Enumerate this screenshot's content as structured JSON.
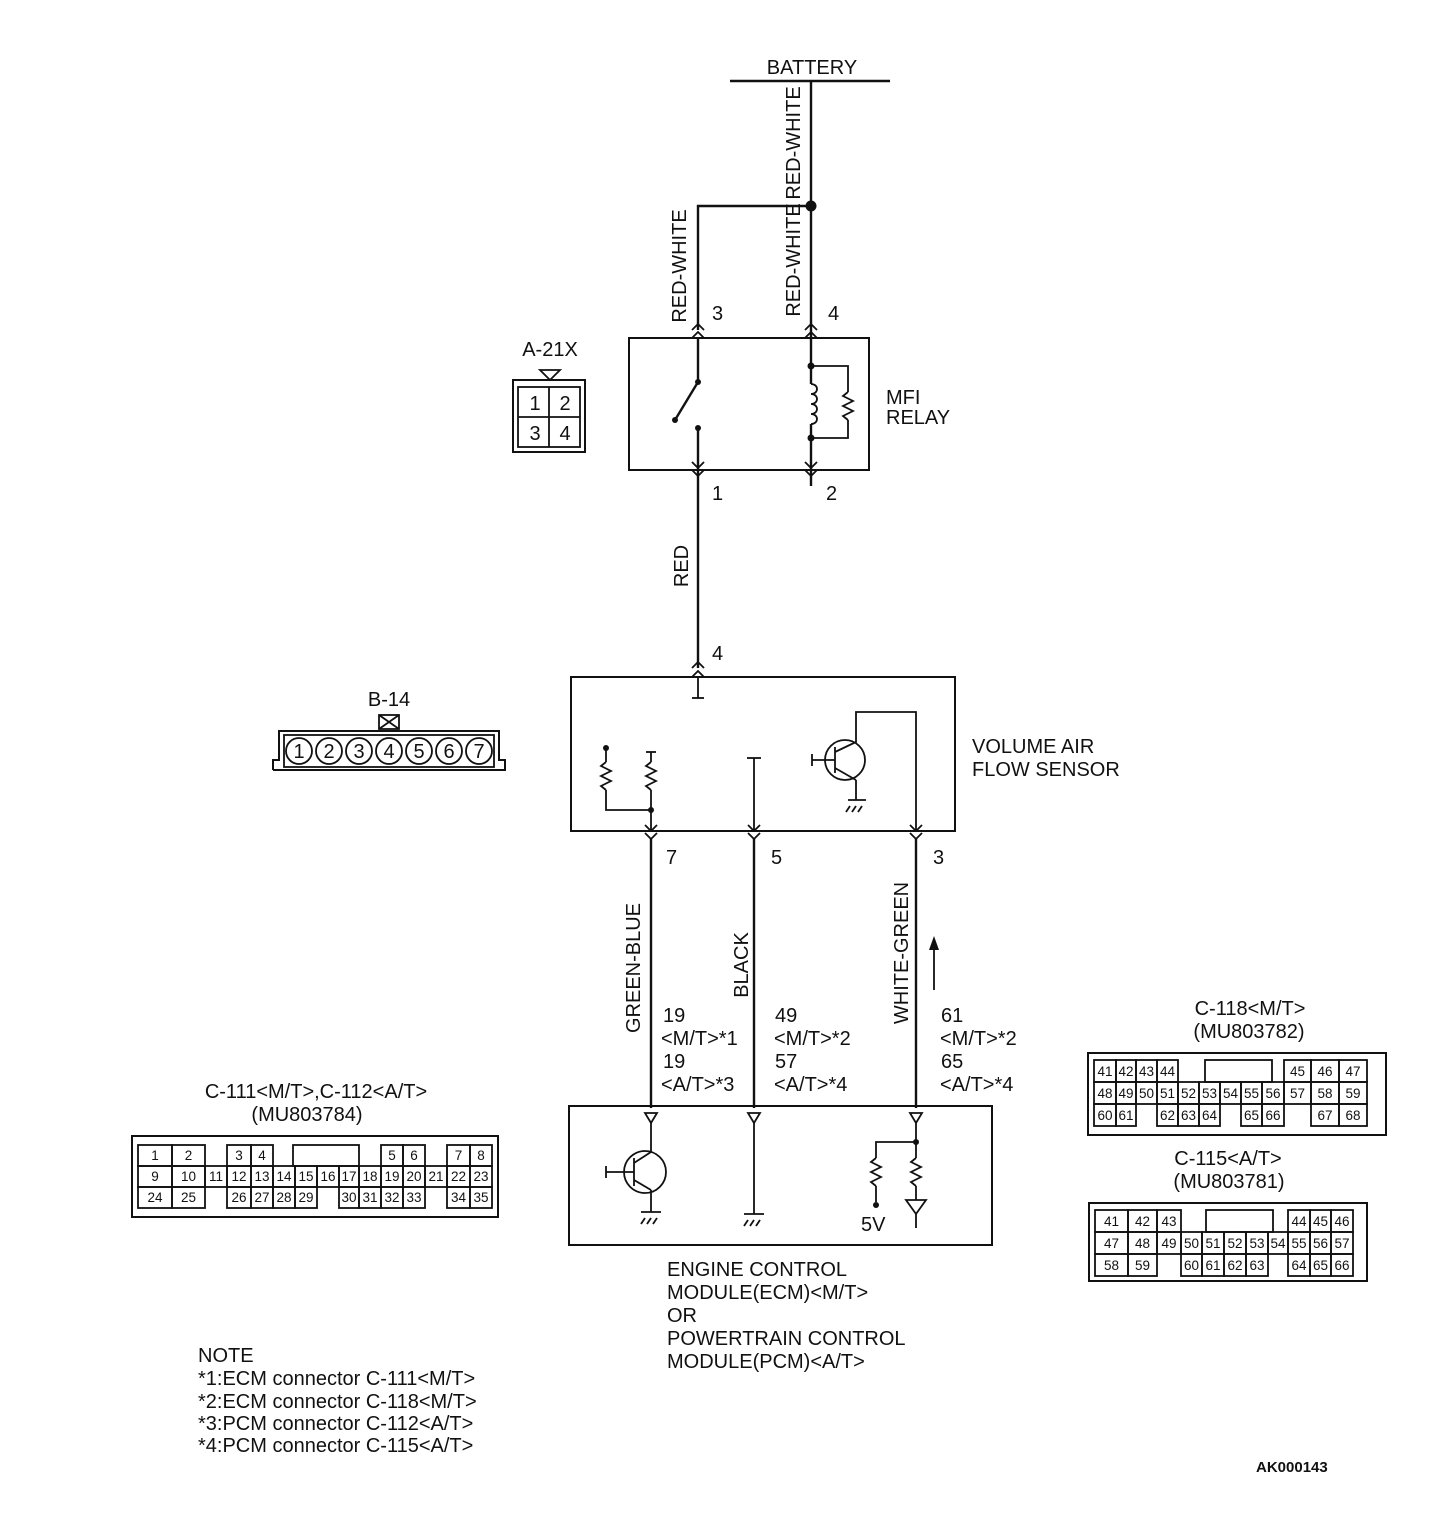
{
  "battery_label": "BATTERY",
  "wires": {
    "battery_red_white": "RED-WHITE",
    "relay3_red_white": "RED-WHITE",
    "relay4_red_white": "RED-WHITE",
    "red": "RED",
    "green_blue": "GREEN-BLUE",
    "black": "BLACK",
    "white_green": "WHITE-GREEN"
  },
  "relay": {
    "name_line1": "MFI",
    "name_line2": "RELAY",
    "pin_top_left": "3",
    "pin_top_right": "4",
    "pin_bottom_left": "1",
    "pin_bottom_right": "2"
  },
  "connector_a21x": {
    "label": "A-21X",
    "pins": [
      "1",
      "2",
      "3",
      "4"
    ]
  },
  "connector_b14": {
    "label": "B-14",
    "pins": [
      "1",
      "2",
      "3",
      "4",
      "5",
      "6",
      "7"
    ]
  },
  "sensor": {
    "name_line1": "VOLUME AIR",
    "name_line2": "FLOW SENSOR",
    "pin_top": "4",
    "pin_7": "7",
    "pin_5": "5",
    "pin_3": "3"
  },
  "ecm_pins": {
    "green_blue": [
      "19",
      "<M/T>*1",
      "19",
      "<A/T>*3"
    ],
    "black": [
      "49",
      "<M/T>*2",
      "57",
      "<A/T>*4"
    ],
    "white_green": [
      "61",
      "<M/T>*2",
      "65",
      "<A/T>*4"
    ]
  },
  "ecm": {
    "voltage": "5V",
    "lines": [
      "ENGINE CONTROL",
      "MODULE(ECM)<M/T>",
      "OR",
      "POWERTRAIN CONTROL",
      "MODULE(PCM)<A/T>"
    ]
  },
  "connector_c111": {
    "label_line1": "C-111<M/T>,C-112<A/T>",
    "label_line2": "(MU803784)",
    "rows": [
      [
        "1",
        "2",
        "",
        "3",
        "4",
        "",
        "",
        "",
        "",
        "",
        "5",
        "6",
        "",
        "7",
        "8"
      ],
      [
        "9",
        "10",
        "11",
        "12",
        "13",
        "14",
        "15",
        "16",
        "17",
        "18",
        "19",
        "20",
        "21",
        "22",
        "23"
      ],
      [
        "24",
        "25",
        "",
        "26",
        "27",
        "28",
        "29",
        "",
        "30",
        "31",
        "32",
        "33",
        "",
        "34",
        "35"
      ]
    ]
  },
  "connector_c118": {
    "label_line1": "C-118<M/T>",
    "label_line2": "(MU803782)",
    "rows": [
      [
        "41",
        "42",
        "43",
        "44",
        "",
        "",
        "",
        "",
        "",
        "45",
        "46",
        "47"
      ],
      [
        "48",
        "49",
        "50",
        "51",
        "52",
        "53",
        "54",
        "55",
        "56",
        "57",
        "58",
        "59"
      ],
      [
        "60",
        "61",
        "",
        "62",
        "63",
        "64",
        "",
        "65",
        "66",
        "",
        "67",
        "68"
      ]
    ]
  },
  "connector_c115": {
    "label_line1": "C-115<A/T>",
    "label_line2": "(MU803781)",
    "rows": [
      [
        "41",
        "42",
        "43",
        "",
        "",
        "",
        "",
        "",
        "44",
        "45",
        "46"
      ],
      [
        "47",
        "48",
        "49",
        "50",
        "51",
        "52",
        "53",
        "54",
        "55",
        "56",
        "57"
      ],
      [
        "58",
        "59",
        "",
        "60",
        "61",
        "62",
        "63",
        "",
        "64",
        "65",
        "66"
      ]
    ]
  },
  "note": {
    "title": "NOTE",
    "lines": [
      "*1:ECM connector C-111<M/T>",
      "*2:ECM connector C-118<M/T>",
      "*3:PCM connector C-112<A/T>",
      "*4:PCM connector C-115<A/T>"
    ]
  },
  "figure_code": "AK000143"
}
